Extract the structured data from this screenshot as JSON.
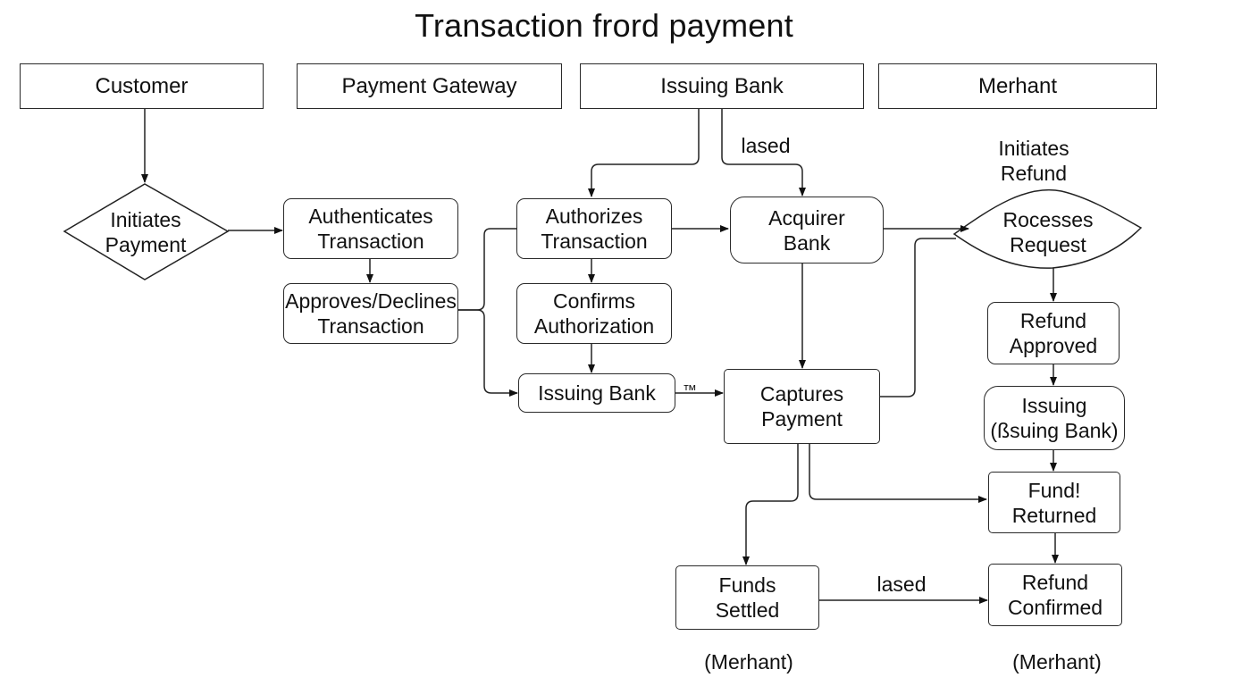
{
  "title": "Transaction frord payment",
  "lanes": {
    "customer": "Customer",
    "gateway": "Payment Gateway",
    "issuing": "Issuing Bank",
    "merchant": "Merhant"
  },
  "nodes": {
    "initiates_payment": "Initiates\nPayment",
    "authenticates": "Authenticates\nTransaction",
    "approves_declines": "Approves/Declines\nTransaction",
    "authorizes": "Authorizes\nTransaction",
    "confirms_authorization": "Confirms\nAuthorization",
    "issuing_bank": "Issuing Bank",
    "acquirer_bank": "Acquirer\nBank",
    "captures_payment": "Captures\nPayment",
    "processes_request": "Rocesses\nRequest",
    "refund_approved": "Refund\nApproved",
    "issuing_refund": "Issuing\n(ßsuing Bank)",
    "fund_returned": "Fund!\nReturned",
    "funds_settled": "Funds\nSettled",
    "refund_confirmed": "Refund\nConfirmed"
  },
  "labels": {
    "lased_top": "lased",
    "initiates_refund": "Initiates\nRefund",
    "tm": "™",
    "lased_bottom": "lased",
    "merchant_left": "(Merhant)",
    "merchant_right": "(Merhant)"
  }
}
